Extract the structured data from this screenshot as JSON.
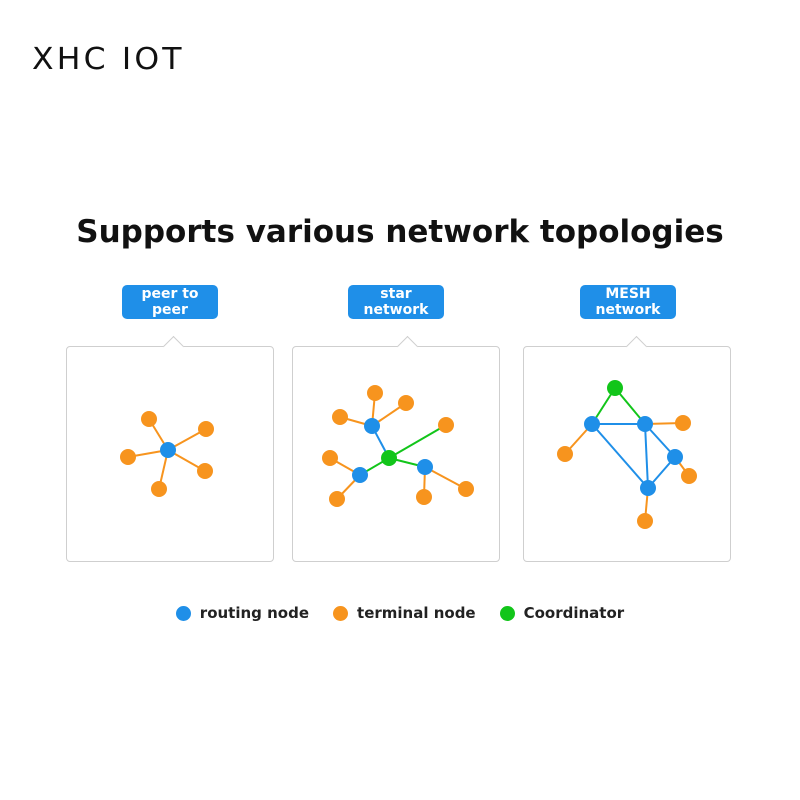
{
  "brand": "XHC IOT",
  "title": "Supports various network topologies",
  "colors": {
    "routing": "#1f8fe8",
    "terminal": "#f7941e",
    "coordinator": "#12c51a",
    "panel_border": "#cfcfcf"
  },
  "panels": [
    {
      "label_line1": "peer to",
      "label_line2": "peer"
    },
    {
      "label_line1": "star",
      "label_line2": "network"
    },
    {
      "label_line1": "MESH",
      "label_line2": "network"
    }
  ],
  "legend": [
    {
      "label": "routing node",
      "type": "routing"
    },
    {
      "label": "terminal node",
      "type": "terminal"
    },
    {
      "label": "Coordinator",
      "type": "coordinator"
    }
  ]
}
